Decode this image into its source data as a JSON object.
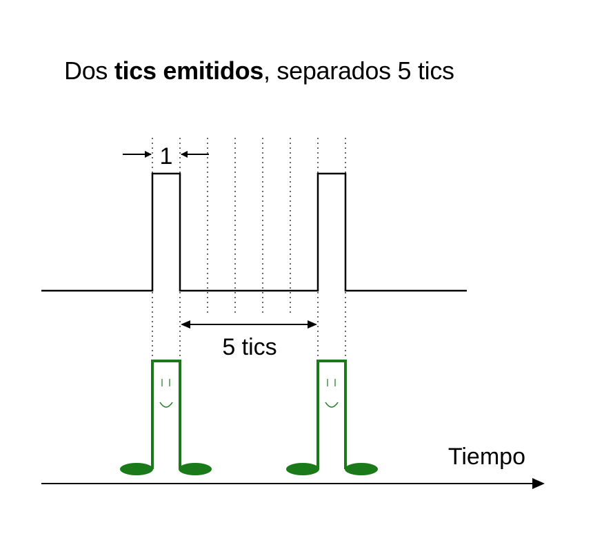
{
  "title": {
    "prefix": "Dos ",
    "bold": "tics emitidos",
    "suffix": ", separados 5 tics"
  },
  "labels": {
    "pulse_width": "1",
    "separation": "5 tics",
    "time_axis": "Tiempo"
  },
  "colors": {
    "signal": "#000000",
    "note": "#1a7a1a",
    "guide": "#000000"
  }
}
